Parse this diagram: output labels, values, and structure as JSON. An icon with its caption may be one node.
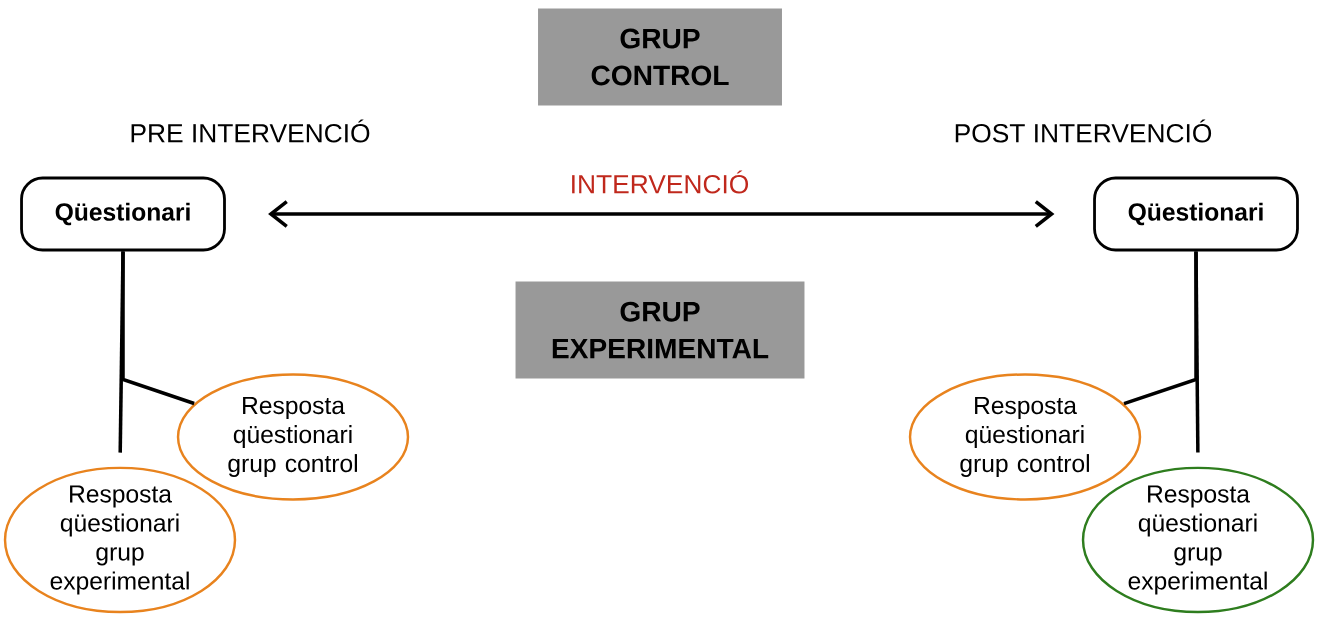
{
  "diagram": {
    "nodes": [
      {
        "text": [
          "GRUP CONTROL"
        ]
      },
      {
        "text": [
          "GRUP EXPERIMENTAL"
        ]
      },
      {
        "text": [
          "Qüestionari"
        ],
        "beside": [
          "PRE INTERVENCIÓ"
        ]
      },
      {
        "text": [
          "Qüestionari"
        ],
        "beside": [
          "POST INTERVENCIÓ"
        ]
      },
      {
        "text": [
          "Resposta qüestionari grup control"
        ]
      },
      {
        "text": [
          "Resposta qüestionari grup experimental"
        ]
      },
      {
        "text": [
          "Resposta qüestionari grup control"
        ]
      },
      {
        "text": [
          "Resposta qüestionari grup experimental"
        ]
      }
    ],
    "edges": [
      {
        "from": 2,
        "to": 3,
        "arrow": "both",
        "label": "INTERVENCIÓ"
      },
      {
        "from": 2,
        "to": 4,
        "arrow": "none"
      },
      {
        "from": 2,
        "to": 5,
        "arrow": "none"
      },
      {
        "from": 3,
        "to": 6,
        "arrow": "none"
      },
      {
        "from": 3,
        "to": 7,
        "arrow": "none"
      }
    ]
  }
}
